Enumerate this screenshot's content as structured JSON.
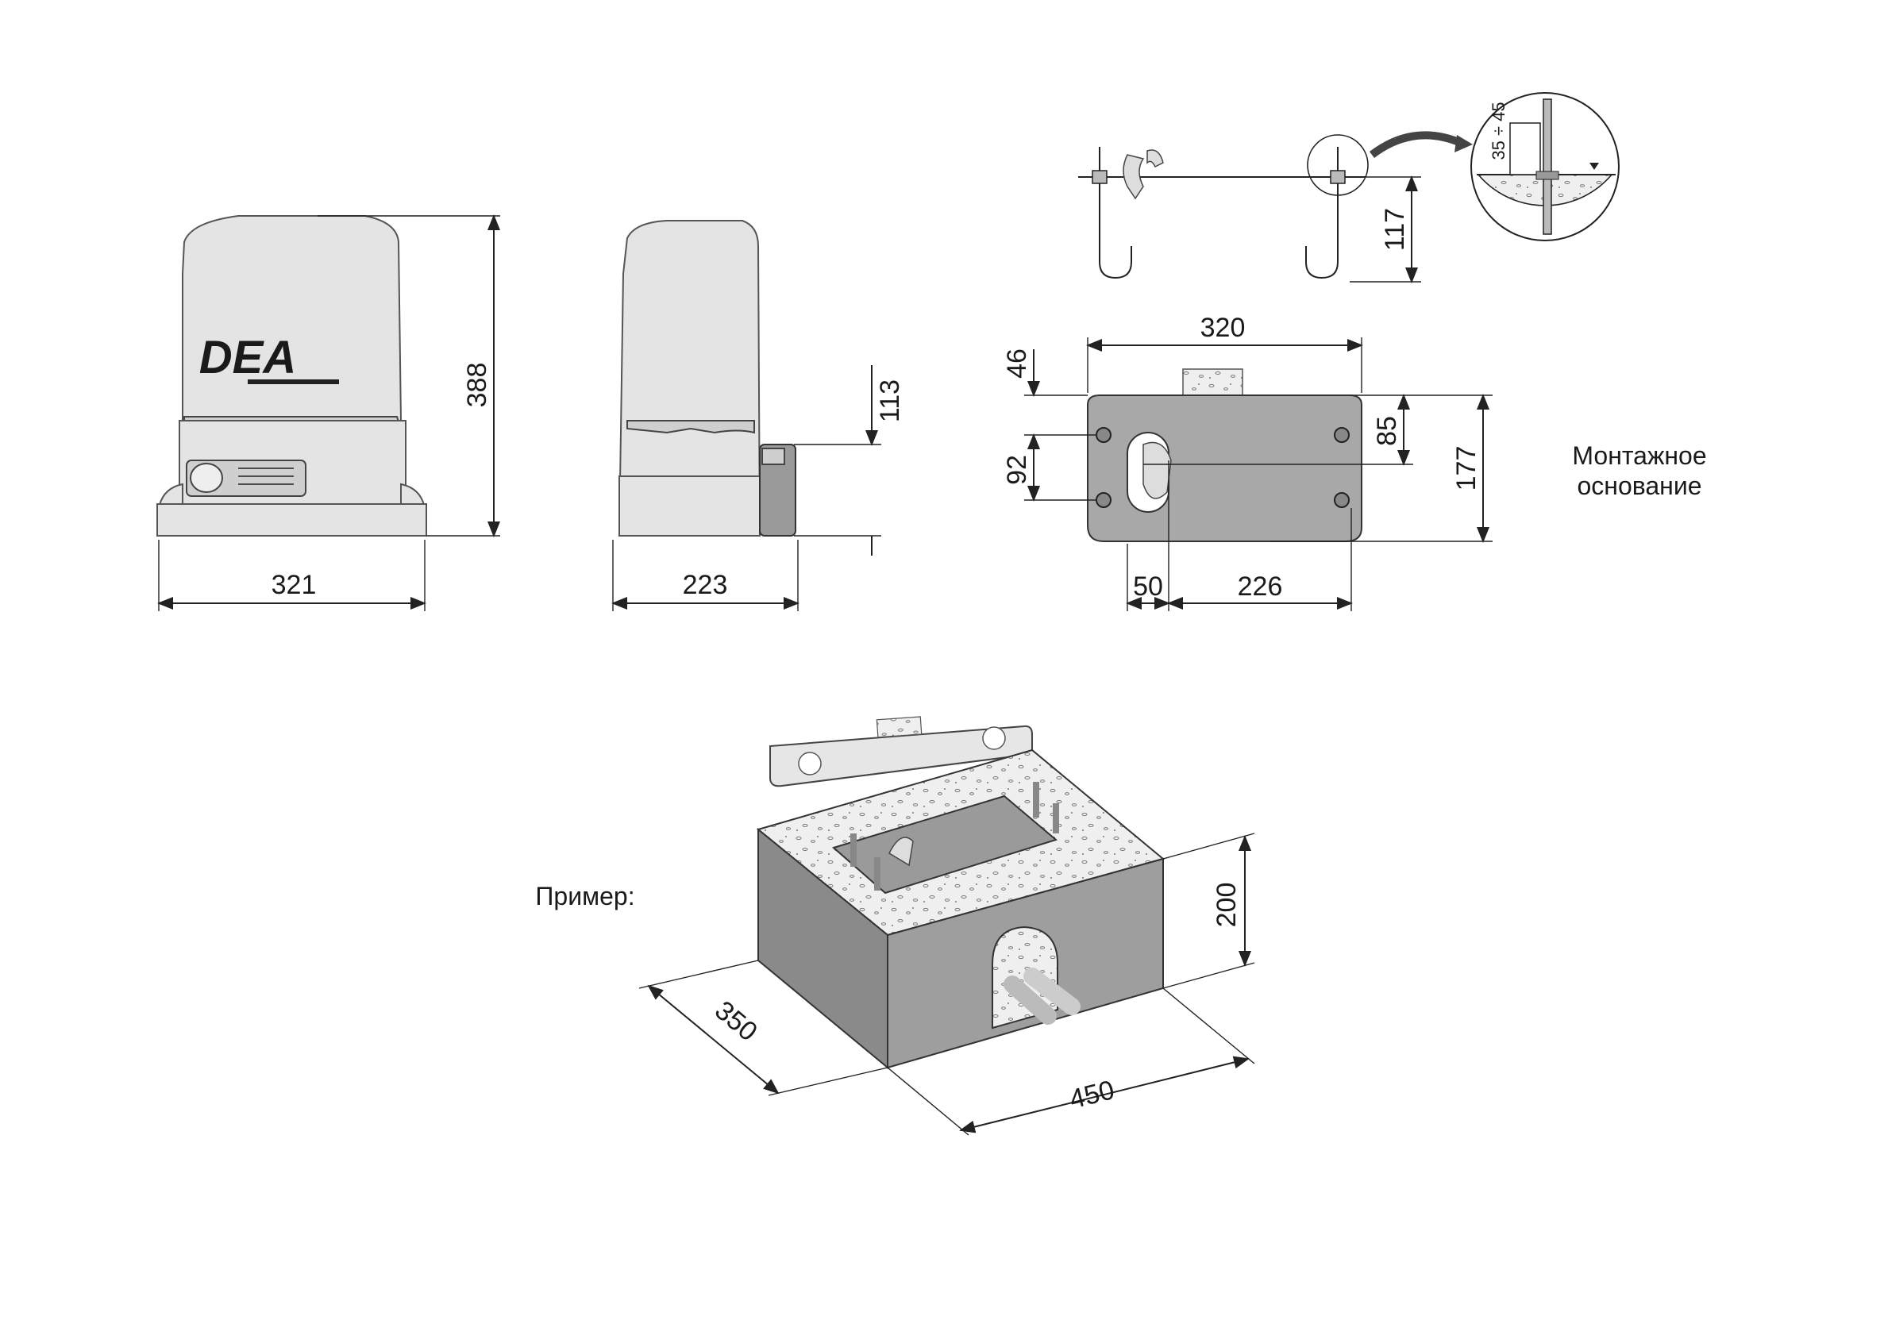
{
  "logo": "DEA",
  "front_view": {
    "width": "321",
    "height": "388"
  },
  "side_view": {
    "width": "223",
    "height": "113"
  },
  "anchor_detail": {
    "height": "117",
    "depth_range": "35 ÷ 45"
  },
  "base_plate": {
    "width": "320",
    "offset_top": "46",
    "hole_spacing_vertical": "92",
    "offset_right": "85",
    "height": "177",
    "offset_left": "50",
    "hole_spacing_horizontal": "226",
    "caption_line1": "Монтажное",
    "caption_line2": "основание"
  },
  "example": {
    "label": "Пример:",
    "depth": "350",
    "length": "450",
    "height": "200"
  },
  "colors": {
    "line": "#222222",
    "body": "#cfcfcf",
    "plate": "#a8a8a8",
    "concrete": "#ececec"
  }
}
